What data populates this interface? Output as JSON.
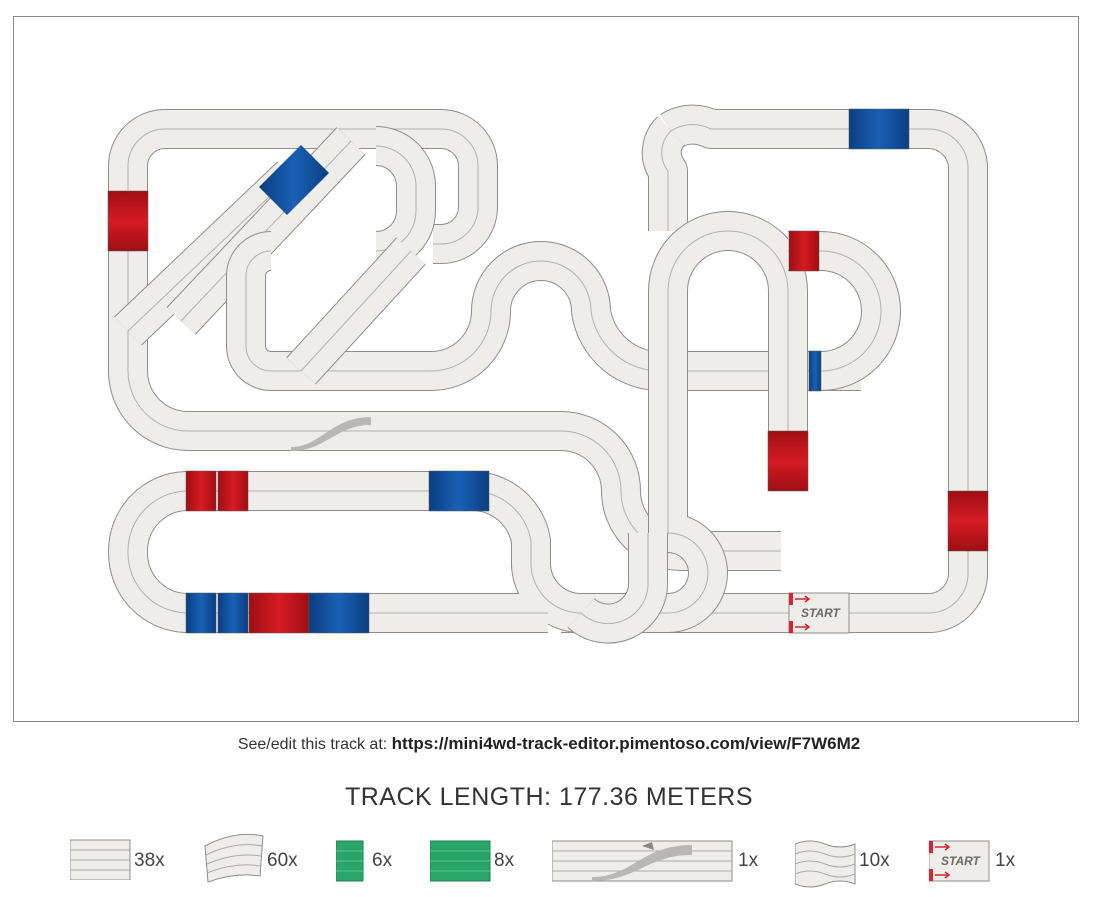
{
  "edit": {
    "prefix": "See/edit this track at:",
    "url": "https://mini4wd-track-editor.pimentoso.com/view/F7W6M2"
  },
  "summary": {
    "length_label": "TRACK LENGTH: 177.36 METERS"
  },
  "track": {
    "start_label": "START",
    "colors": {
      "track": "#efedea",
      "track_edge": "#8d8d8d",
      "lane_line": "#a9a9a9",
      "red_piece": "#c0141a",
      "blue_piece": "#0d4c9b",
      "green_piece": "#2aa56a",
      "start_mark": "#d7262c"
    }
  },
  "legend": [
    {
      "piece": "straight",
      "icon": "straight-piece-icon",
      "count": "38x"
    },
    {
      "piece": "curve",
      "icon": "curve-piece-icon",
      "count": "60x"
    },
    {
      "piece": "short-green",
      "icon": "short-green-piece-icon",
      "count": "6x"
    },
    {
      "piece": "long-green",
      "icon": "long-green-piece-icon",
      "count": "8x"
    },
    {
      "piece": "lane-change",
      "icon": "lane-change-piece-icon",
      "count": "1x"
    },
    {
      "piece": "wave",
      "icon": "wave-piece-icon",
      "count": "10x"
    },
    {
      "piece": "start",
      "icon": "start-piece-icon",
      "count": "1x"
    }
  ]
}
